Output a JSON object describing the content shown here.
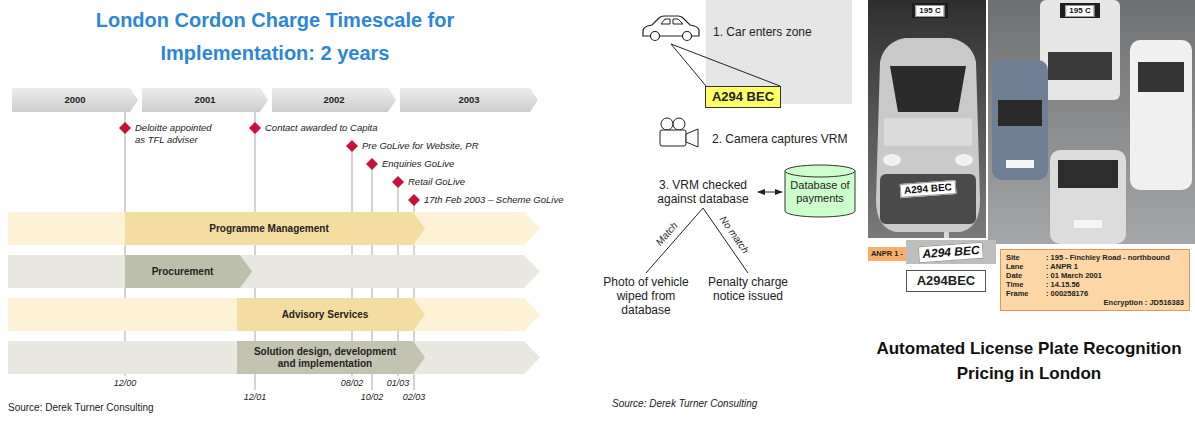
{
  "diagram": {
    "title": "London Cordon Charge Timescale for Implementation: 2 years",
    "caption": "Automated License Plate Recognition Pricing in London",
    "nodes": [
      {
        "text": [
          "2000"
        ]
      },
      {
        "text": [
          "2001"
        ]
      },
      {
        "text": [
          "2002"
        ]
      },
      {
        "text": [
          "2003"
        ]
      },
      {
        "text": [
          "Deloitte appointed as TFL adviser"
        ]
      },
      {
        "text": [
          "Contact awarded to Capita"
        ]
      },
      {
        "text": [
          "Pre GoLive for Website, PR"
        ]
      },
      {
        "text": [
          "Enquiries GoLive"
        ]
      },
      {
        "text": [
          "Retail GoLive"
        ]
      },
      {
        "text": [
          "17th Feb 2003 – Scheme GoLive"
        ]
      },
      {
        "text": [
          "Programme Management"
        ]
      },
      {
        "text": [
          "Procurement"
        ]
      },
      {
        "text": [
          "Advisory Services"
        ]
      },
      {
        "text": [
          "Solution design, development and implementation"
        ]
      },
      {
        "text": [
          "1. Car enters zone"
        ]
      },
      {
        "text": [
          "A294 BEC"
        ]
      },
      {
        "text": [
          "2. Camera captures VRM"
        ]
      },
      {
        "text": [
          "3. VRM checked against database"
        ]
      },
      {
        "text": [
          "Database of payments"
        ]
      },
      {
        "text": [
          "Photo of vehicle wiped from database"
        ]
      },
      {
        "text": [
          "Penalty charge notice issued"
        ]
      },
      {
        "text": [
          "ANPR 1 -"
        ]
      },
      {
        "text": [
          "A294BEC"
        ]
      },
      {
        "text": [
          "Site",
          ": 195 - Finchley Road - northbound",
          "Lane",
          ": ANPR 1",
          "Date",
          ": 01 March 2001",
          "Time",
          ": 14.15.56",
          "Frame",
          ": 000258176",
          "Encryption : JD516383"
        ]
      }
    ],
    "edges": [
      {
        "from": 14,
        "to": 15,
        "arrow": "none"
      },
      {
        "from": 17,
        "to": 18,
        "arrow": "both"
      },
      {
        "from": 17,
        "to": 19,
        "label": "Match",
        "arrow": "none"
      },
      {
        "from": 17,
        "to": 20,
        "label": "No match",
        "arrow": "none"
      }
    ],
    "labels": [
      "12/00",
      "12/01",
      "08/02",
      "10/02",
      "01/03",
      "02/03",
      "Source: Derek Turner Consulting",
      "Source: Derek Turner Consulting",
      "195 C",
      "A294 BEC",
      "195 C",
      "A294 BEC"
    ]
  }
}
